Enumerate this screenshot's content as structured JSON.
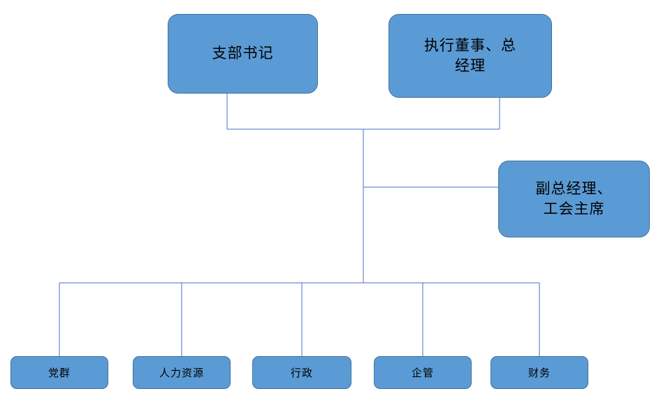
{
  "colors": {
    "node_fill": "#5b9bd5",
    "node_border": "#41719c",
    "line_color": "#4472c4"
  },
  "nodes": {
    "branch_secretary": {
      "label": "支部书记"
    },
    "executive_director": {
      "label": "执行董事、总\n经理"
    },
    "deputy_gm": {
      "label": "副总经理、\n工会主席"
    },
    "dept_party": {
      "label": "党群"
    },
    "dept_hr": {
      "label": "人力资源"
    },
    "dept_admin": {
      "label": "行政"
    },
    "dept_enterprise": {
      "label": "企管"
    },
    "dept_finance": {
      "label": "财务"
    }
  },
  "edges": [
    {
      "from": "branch_secretary",
      "to": "trunk"
    },
    {
      "from": "executive_director",
      "to": "trunk"
    },
    {
      "from": "trunk",
      "to": "deputy_gm"
    },
    {
      "from": "trunk",
      "to": "dept_party"
    },
    {
      "from": "trunk",
      "to": "dept_hr"
    },
    {
      "from": "trunk",
      "to": "dept_admin"
    },
    {
      "from": "trunk",
      "to": "dept_enterprise"
    },
    {
      "from": "trunk",
      "to": "dept_finance"
    }
  ]
}
